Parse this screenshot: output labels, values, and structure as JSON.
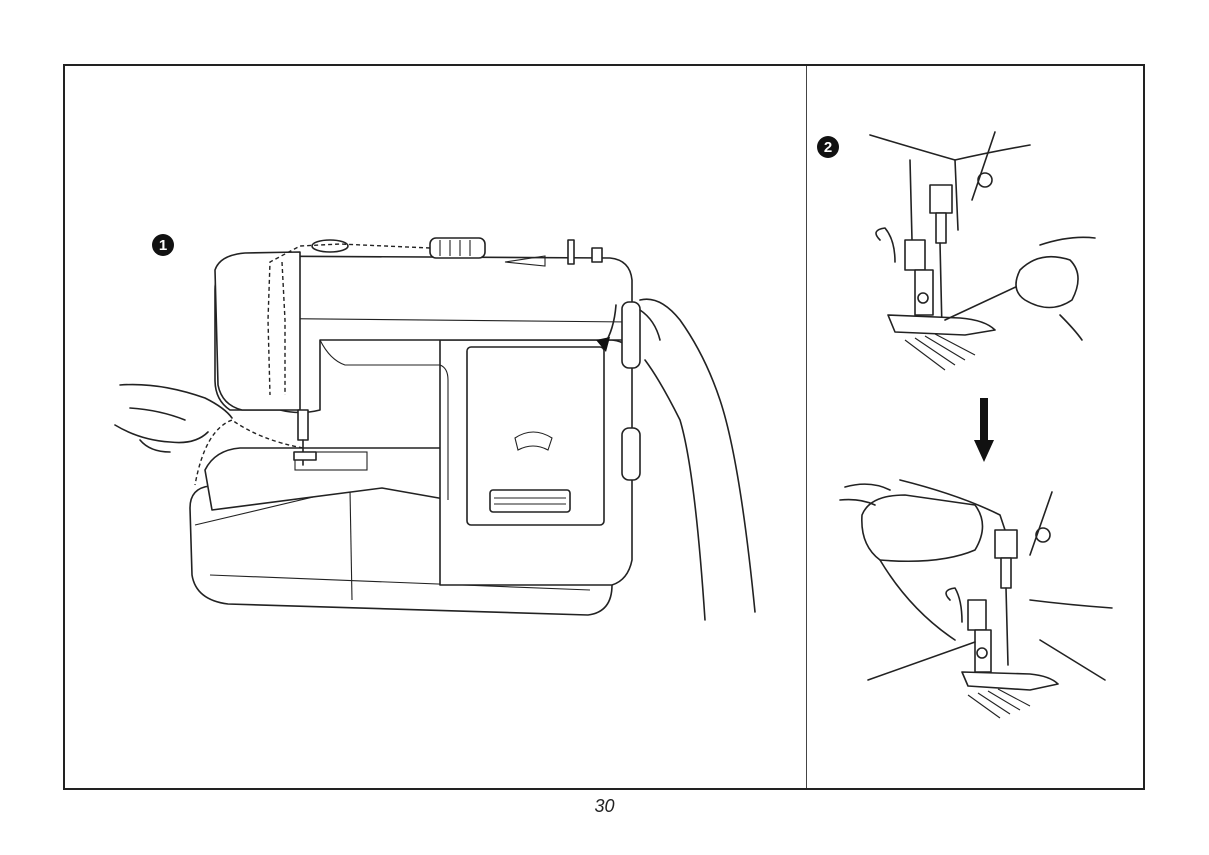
{
  "page": {
    "page_number": "30"
  },
  "steps": [
    {
      "marker": "1"
    },
    {
      "marker": "2"
    }
  ],
  "icons": {
    "step1": "sewing-machine-handwheel-icon",
    "step2a": "needle-thread-pull-icon",
    "arrow": "arrow-down-icon",
    "step2b": "needle-thread-under-foot-icon"
  }
}
